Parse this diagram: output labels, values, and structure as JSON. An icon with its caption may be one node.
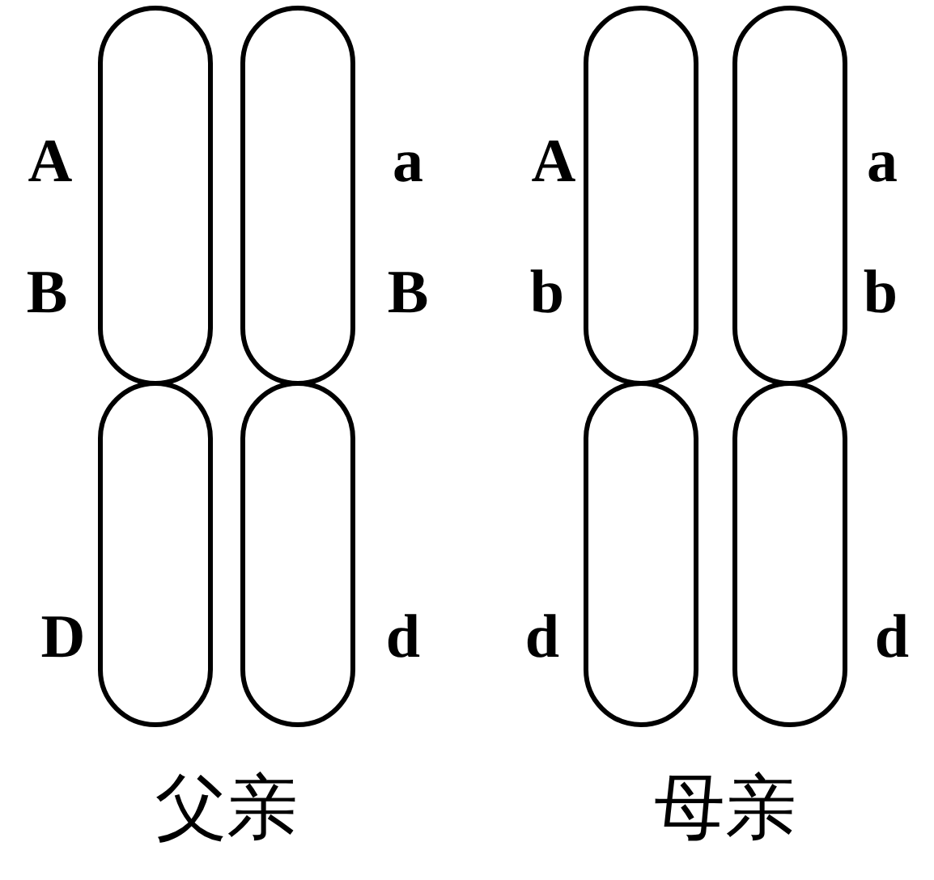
{
  "diagram": {
    "labels": [
      "A",
      "a",
      "A",
      "a",
      "B",
      "B",
      "b",
      "b",
      "D",
      "d",
      "d",
      "d",
      "父亲",
      "母亲"
    ]
  }
}
